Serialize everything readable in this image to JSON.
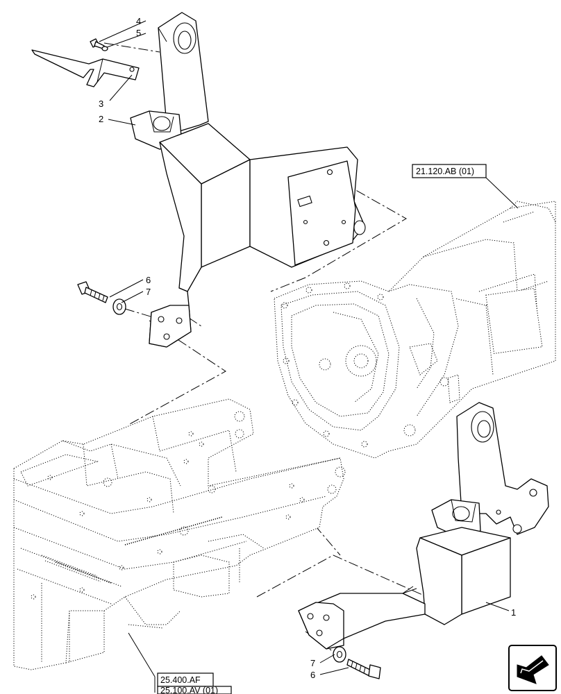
{
  "callouts": {
    "c1": "1",
    "c2": "2",
    "c3": "3",
    "c4": "4",
    "c5": "5",
    "c6_upper": "6",
    "c7_upper": "7",
    "c6_lower": "6",
    "c7_lower": "7"
  },
  "references": {
    "transmission": "21.120.AB (01)",
    "frame_top": "25.400.AF",
    "frame_bottom": "25.100.AV (01)"
  },
  "icons": {
    "nav": "next-page-arrow-icon"
  }
}
